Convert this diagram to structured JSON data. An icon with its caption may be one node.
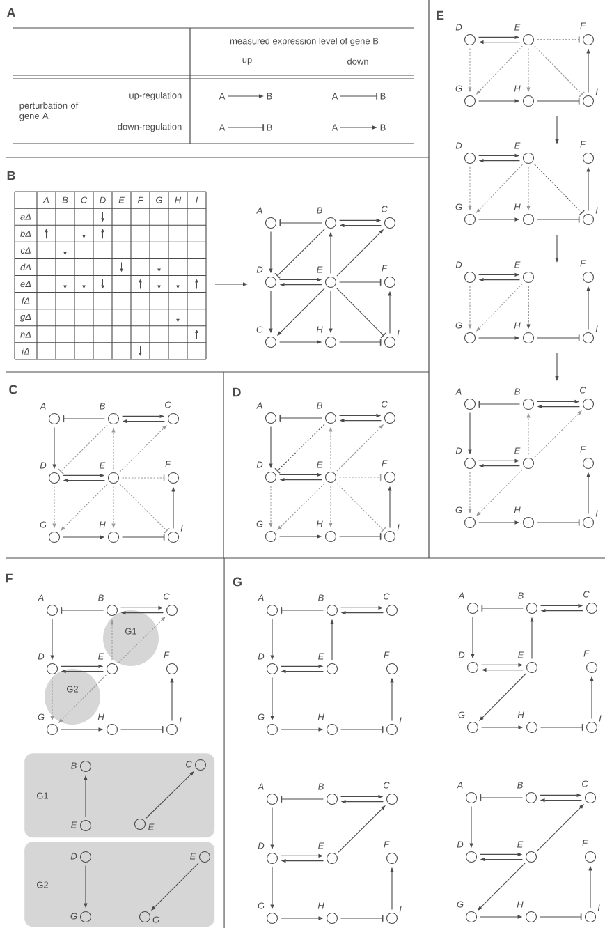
{
  "diagram": {
    "nodes": [
      {
        "text": [
          "A"
        ]
      },
      {
        "text": [
          "B"
        ]
      },
      {
        "text": [
          "A"
        ]
      },
      {
        "text": [
          "B"
        ]
      },
      {
        "text": [
          "A"
        ]
      },
      {
        "text": [
          "B"
        ]
      },
      {
        "text": [
          "A"
        ]
      },
      {
        "text": [
          "B"
        ]
      },
      {
        "text": [],
        "shape": "circle",
        "beside": [
          "A"
        ]
      },
      {
        "text": [],
        "shape": "circle",
        "beside": [
          "B"
        ]
      },
      {
        "text": [],
        "shape": "circle",
        "beside": [
          "C"
        ]
      },
      {
        "text": [],
        "shape": "circle",
        "beside": [
          "D"
        ]
      },
      {
        "text": [],
        "shape": "circle",
        "beside": [
          "E"
        ]
      },
      {
        "text": [],
        "shape": "circle",
        "beside": [
          "F"
        ]
      },
      {
        "text": [],
        "shape": "circle",
        "beside": [
          "G"
        ]
      },
      {
        "text": [],
        "shape": "circle",
        "beside": [
          "H"
        ]
      },
      {
        "text": [],
        "shape": "circle",
        "beside": [
          "I"
        ]
      },
      {
        "text": [],
        "shape": "circle",
        "beside": [
          "A"
        ]
      },
      {
        "text": [],
        "shape": "circle",
        "beside": [
          "B"
        ]
      },
      {
        "text": [],
        "shape": "circle",
        "beside": [
          "C"
        ]
      },
      {
        "text": [],
        "shape": "circle",
        "beside": [
          "D"
        ]
      },
      {
        "text": [],
        "shape": "circle",
        "beside": [
          "E"
        ]
      },
      {
        "text": [],
        "shape": "circle",
        "beside": [
          "F"
        ]
      },
      {
        "text": [],
        "shape": "circle",
        "beside": [
          "G"
        ]
      },
      {
        "text": [],
        "shape": "circle",
        "beside": [
          "H"
        ]
      },
      {
        "text": [],
        "shape": "circle",
        "beside": [
          "I"
        ]
      },
      {
        "text": [],
        "shape": "circle",
        "beside": [
          "A"
        ]
      },
      {
        "text": [],
        "shape": "circle",
        "beside": [
          "B"
        ]
      },
      {
        "text": [],
        "shape": "circle",
        "beside": [
          "C"
        ]
      },
      {
        "text": [],
        "shape": "circle",
        "beside": [
          "D"
        ]
      },
      {
        "text": [],
        "shape": "circle",
        "beside": [
          "E"
        ]
      },
      {
        "text": [],
        "shape": "circle",
        "beside": [
          "F"
        ]
      },
      {
        "text": [],
        "shape": "circle",
        "beside": [
          "G"
        ]
      },
      {
        "text": [],
        "shape": "circle",
        "beside": [
          "H"
        ]
      },
      {
        "text": [],
        "shape": "circle",
        "beside": [
          "I"
        ]
      },
      {
        "text": [],
        "shape": "circle",
        "beside": [
          "D"
        ]
      },
      {
        "text": [],
        "shape": "circle",
        "beside": [
          "E"
        ]
      },
      {
        "text": [],
        "shape": "circle",
        "beside": [
          "F"
        ]
      },
      {
        "text": [],
        "shape": "circle",
        "beside": [
          "G"
        ]
      },
      {
        "text": [],
        "shape": "circle",
        "beside": [
          "H"
        ]
      },
      {
        "text": [],
        "shape": "circle",
        "beside": [
          "I"
        ]
      },
      {
        "text": [],
        "shape": "circle",
        "beside": [
          "D"
        ]
      },
      {
        "text": [],
        "shape": "circle",
        "beside": [
          "E"
        ]
      },
      {
        "text": [],
        "shape": "circle",
        "beside": [
          "F"
        ]
      },
      {
        "text": [],
        "shape": "circle",
        "beside": [
          "G"
        ]
      },
      {
        "text": [],
        "shape": "circle",
        "beside": [
          "H"
        ]
      },
      {
        "text": [],
        "shape": "circle",
        "beside": [
          "I"
        ]
      },
      {
        "text": [],
        "shape": "circle",
        "beside": [
          "D"
        ]
      },
      {
        "text": [],
        "shape": "circle",
        "beside": [
          "E"
        ]
      },
      {
        "text": [],
        "shape": "circle",
        "beside": [
          "F"
        ]
      },
      {
        "text": [],
        "shape": "circle",
        "beside": [
          "G"
        ]
      },
      {
        "text": [],
        "shape": "circle",
        "beside": [
          "H"
        ]
      },
      {
        "text": [],
        "shape": "circle",
        "beside": [
          "I"
        ]
      },
      {
        "text": [],
        "shape": "circle",
        "beside": [
          "A"
        ]
      },
      {
        "text": [],
        "shape": "circle",
        "beside": [
          "B"
        ]
      },
      {
        "text": [],
        "shape": "circle",
        "beside": [
          "C"
        ]
      },
      {
        "text": [],
        "shape": "circle",
        "beside": [
          "D"
        ]
      },
      {
        "text": [],
        "shape": "circle",
        "beside": [
          "E"
        ]
      },
      {
        "text": [],
        "shape": "circle",
        "beside": [
          "F"
        ]
      },
      {
        "text": [],
        "shape": "circle",
        "beside": [
          "G"
        ]
      },
      {
        "text": [],
        "shape": "circle",
        "beside": [
          "H"
        ]
      },
      {
        "text": [],
        "shape": "circle",
        "beside": [
          "I"
        ]
      },
      {
        "text": [],
        "shape": "circle",
        "beside": [
          "A"
        ]
      },
      {
        "text": [],
        "shape": "circle",
        "beside": [
          "B"
        ]
      },
      {
        "text": [],
        "shape": "circle",
        "beside": [
          "C"
        ]
      },
      {
        "text": [],
        "shape": "circle",
        "beside": [
          "D"
        ]
      },
      {
        "text": [],
        "shape": "circle",
        "beside": [
          "E"
        ]
      },
      {
        "text": [],
        "shape": "circle",
        "beside": [
          "F"
        ]
      },
      {
        "text": [],
        "shape": "circle",
        "beside": [
          "G"
        ]
      },
      {
        "text": [],
        "shape": "circle",
        "beside": [
          "H"
        ]
      },
      {
        "text": [],
        "shape": "circle",
        "beside": [
          "I"
        ]
      },
      {
        "text": [
          "G1"
        ]
      },
      {
        "text": [
          "G2"
        ]
      },
      {
        "text": [
          "G1"
        ]
      },
      {
        "text": [],
        "shape": "circle",
        "beside": [
          "B"
        ],
        "in": 73
      },
      {
        "text": [],
        "shape": "circle",
        "beside": [
          "E"
        ],
        "in": 73
      },
      {
        "text": [],
        "shape": "circle",
        "beside": [
          "C"
        ],
        "in": 73
      },
      {
        "text": [],
        "shape": "circle",
        "beside": [
          "E"
        ],
        "in": 73
      },
      {
        "text": [
          "G2"
        ]
      },
      {
        "text": [],
        "shape": "circle",
        "beside": [
          "D"
        ],
        "in": 78
      },
      {
        "text": [],
        "shape": "circle",
        "beside": [
          "G"
        ],
        "in": 78
      },
      {
        "text": [],
        "shape": "circle",
        "beside": [
          "E"
        ],
        "in": 78
      },
      {
        "text": [],
        "shape": "circle",
        "beside": [
          "G"
        ],
        "in": 78
      },
      {
        "text": [],
        "shape": "circle",
        "beside": [
          "A"
        ]
      },
      {
        "text": [],
        "shape": "circle",
        "beside": [
          "B"
        ]
      },
      {
        "text": [],
        "shape": "circle",
        "beside": [
          "C"
        ]
      },
      {
        "text": [],
        "shape": "circle",
        "beside": [
          "D"
        ]
      },
      {
        "text": [],
        "shape": "circle",
        "beside": [
          "E"
        ]
      },
      {
        "text": [],
        "shape": "circle",
        "beside": [
          "F"
        ]
      },
      {
        "text": [],
        "shape": "circle",
        "beside": [
          "G"
        ]
      },
      {
        "text": [],
        "shape": "circle",
        "beside": [
          "H"
        ]
      },
      {
        "text": [],
        "shape": "circle",
        "beside": [
          "I"
        ]
      },
      {
        "text": [],
        "shape": "circle",
        "beside": [
          "A"
        ]
      },
      {
        "text": [],
        "shape": "circle",
        "beside": [
          "B"
        ]
      },
      {
        "text": [],
        "shape": "circle",
        "beside": [
          "C"
        ]
      },
      {
        "text": [],
        "shape": "circle",
        "beside": [
          "D"
        ]
      },
      {
        "text": [],
        "shape": "circle",
        "beside": [
          "E"
        ]
      },
      {
        "text": [],
        "shape": "circle",
        "beside": [
          "F"
        ]
      },
      {
        "text": [],
        "shape": "circle",
        "beside": [
          "G"
        ]
      },
      {
        "text": [],
        "shape": "circle",
        "beside": [
          "H"
        ]
      },
      {
        "text": [],
        "shape": "circle",
        "beside": [
          "I"
        ]
      },
      {
        "text": [],
        "shape": "circle",
        "beside": [
          "A"
        ]
      },
      {
        "text": [],
        "shape": "circle",
        "beside": [
          "B"
        ]
      },
      {
        "text": [],
        "shape": "circle",
        "beside": [
          "C"
        ]
      },
      {
        "text": [],
        "shape": "circle",
        "beside": [
          "D"
        ]
      },
      {
        "text": [],
        "shape": "circle",
        "beside": [
          "E"
        ]
      },
      {
        "text": [],
        "shape": "circle",
        "beside": [
          "F"
        ]
      },
      {
        "text": [],
        "shape": "circle",
        "beside": [
          "G"
        ]
      },
      {
        "text": [],
        "shape": "circle",
        "beside": [
          "H"
        ]
      },
      {
        "text": [],
        "shape": "circle",
        "beside": [
          "I"
        ]
      },
      {
        "text": [],
        "shape": "circle",
        "beside": [
          "A"
        ]
      },
      {
        "text": [],
        "shape": "circle",
        "beside": [
          "B"
        ]
      },
      {
        "text": [],
        "shape": "circle",
        "beside": [
          "C"
        ]
      },
      {
        "text": [],
        "shape": "circle",
        "beside": [
          "D"
        ]
      },
      {
        "text": [],
        "shape": "circle",
        "beside": [
          "E"
        ]
      },
      {
        "text": [],
        "shape": "circle",
        "beside": [
          "F"
        ]
      },
      {
        "text": [],
        "shape": "circle",
        "beside": [
          "G"
        ]
      },
      {
        "text": [],
        "shape": "circle",
        "beside": [
          "H"
        ]
      },
      {
        "text": [],
        "shape": "circle",
        "beside": [
          "I"
        ]
      }
    ],
    "edges": [
      {
        "from": 0,
        "to": 1,
        "arrow": "to"
      },
      {
        "from": 2,
        "to": 3,
        "arrow": "other"
      },
      {
        "from": 4,
        "to": 5,
        "arrow": "other"
      },
      {
        "from": 6,
        "to": 7,
        "arrow": "to"
      },
      {
        "from": 9,
        "to": 8,
        "arrow": "other"
      },
      {
        "from": 9,
        "to": 10,
        "arrow": "to"
      },
      {
        "from": 10,
        "to": 9,
        "arrow": "to"
      },
      {
        "from": 8,
        "to": 11,
        "arrow": "to"
      },
      {
        "from": 9,
        "to": 11,
        "arrow": "other"
      },
      {
        "from": 12,
        "to": 9,
        "arrow": "to"
      },
      {
        "from": 12,
        "to": 10,
        "arrow": "to"
      },
      {
        "from": 11,
        "to": 12,
        "arrow": "to"
      },
      {
        "from": 12,
        "to": 11,
        "arrow": "to"
      },
      {
        "from": 12,
        "to": 13,
        "arrow": "other"
      },
      {
        "from": 11,
        "to": 14,
        "arrow": "to"
      },
      {
        "from": 12,
        "to": 14,
        "arrow": "to"
      },
      {
        "from": 12,
        "to": 15,
        "arrow": "to"
      },
      {
        "from": 12,
        "to": 16,
        "arrow": "other"
      },
      {
        "from": 16,
        "to": 13,
        "arrow": "to"
      },
      {
        "from": 14,
        "to": 15,
        "arrow": "to"
      },
      {
        "from": 15,
        "to": 16,
        "arrow": "other"
      },
      {
        "from": 18,
        "to": 17,
        "arrow": "other"
      },
      {
        "from": 18,
        "to": 19,
        "arrow": "to"
      },
      {
        "from": 19,
        "to": 18,
        "arrow": "to"
      },
      {
        "from": 17,
        "to": 20,
        "arrow": "to"
      },
      {
        "from": 18,
        "to": 20,
        "arrow": "other",
        "style": "dashed",
        "color": "#999999"
      },
      {
        "from": 21,
        "to": 18,
        "arrow": "to",
        "style": "dashed",
        "color": "#999999"
      },
      {
        "from": 21,
        "to": 19,
        "arrow": "to",
        "style": "dashed",
        "color": "#999999"
      },
      {
        "from": 20,
        "to": 21,
        "arrow": "to"
      },
      {
        "from": 21,
        "to": 20,
        "arrow": "to"
      },
      {
        "from": 21,
        "to": 22,
        "arrow": "other",
        "style": "dashed",
        "color": "#999999"
      },
      {
        "from": 20,
        "to": 23,
        "arrow": "to",
        "style": "dashed",
        "color": "#999999"
      },
      {
        "from": 21,
        "to": 23,
        "arrow": "to",
        "style": "dashed",
        "color": "#999999"
      },
      {
        "from": 21,
        "to": 24,
        "arrow": "to",
        "style": "dashed",
        "color": "#999999"
      },
      {
        "from": 21,
        "to": 25,
        "arrow": "other",
        "style": "dashed",
        "color": "#999999"
      },
      {
        "from": 25,
        "to": 22,
        "arrow": "to"
      },
      {
        "from": 23,
        "to": 24,
        "arrow": "to"
      },
      {
        "from": 24,
        "to": 25,
        "arrow": "other"
      },
      {
        "from": 27,
        "to": 26,
        "arrow": "other"
      },
      {
        "from": 27,
        "to": 28,
        "arrow": "to"
      },
      {
        "from": 28,
        "to": 27,
        "arrow": "to"
      },
      {
        "from": 26,
        "to": 29,
        "arrow": "to"
      },
      {
        "from": 27,
        "to": 29,
        "arrow": "other",
        "style": "dashed"
      },
      {
        "from": 30,
        "to": 27,
        "arrow": "to",
        "style": "dashed",
        "color": "#999999"
      },
      {
        "from": 30,
        "to": 28,
        "arrow": "to",
        "style": "dashed",
        "color": "#999999"
      },
      {
        "from": 29,
        "to": 30,
        "arrow": "to"
      },
      {
        "from": 30,
        "to": 29,
        "arrow": "to"
      },
      {
        "from": 30,
        "to": 31,
        "arrow": "other",
        "style": "dashed",
        "color": "#999999"
      },
      {
        "from": 29,
        "to": 32,
        "arrow": "to",
        "style": "dashed",
        "color": "#999999"
      },
      {
        "from": 30,
        "to": 32,
        "arrow": "to",
        "style": "dashed",
        "color": "#999999"
      },
      {
        "from": 30,
        "to": 33,
        "arrow": "to",
        "style": "dashed",
        "color": "#999999"
      },
      {
        "from": 30,
        "to": 34,
        "arrow": "other",
        "style": "dashed",
        "color": "#999999"
      },
      {
        "from": 34,
        "to": 31,
        "arrow": "to"
      },
      {
        "from": 32,
        "to": 33,
        "arrow": "to"
      },
      {
        "from": 33,
        "to": 34,
        "arrow": "other"
      },
      {
        "from": 35,
        "to": 36,
        "arrow": "to"
      },
      {
        "from": 36,
        "to": 35,
        "arrow": "to"
      },
      {
        "from": 36,
        "to": 37,
        "arrow": "other",
        "style": "dashed"
      },
      {
        "from": 35,
        "to": 38,
        "arrow": "to",
        "style": "dashed",
        "color": "#999999"
      },
      {
        "from": 36,
        "to": 38,
        "arrow": "to",
        "style": "dashed",
        "color": "#999999"
      },
      {
        "from": 36,
        "to": 39,
        "arrow": "to",
        "style": "dashed",
        "color": "#999999"
      },
      {
        "from": 36,
        "to": 40,
        "arrow": "other",
        "style": "dashed",
        "color": "#999999"
      },
      {
        "from": 40,
        "to": 37,
        "arrow": "to"
      },
      {
        "from": 38,
        "to": 39,
        "arrow": "to"
      },
      {
        "from": 39,
        "to": 40,
        "arrow": "other"
      },
      {
        "from": 41,
        "to": 42,
        "arrow": "to"
      },
      {
        "from": 42,
        "to": 41,
        "arrow": "to"
      },
      {
        "from": 41,
        "to": 44,
        "arrow": "to",
        "style": "dashed",
        "color": "#999999"
      },
      {
        "from": 42,
        "to": 44,
        "arrow": "to",
        "style": "dashed",
        "color": "#999999"
      },
      {
        "from": 42,
        "to": 45,
        "arrow": "to",
        "style": "dashed",
        "color": "#999999"
      },
      {
        "from": 42,
        "to": 46,
        "arrow": "other",
        "style": "dashed"
      },
      {
        "from": 46,
        "to": 43,
        "arrow": "to"
      },
      {
        "from": 44,
        "to": 45,
        "arrow": "to"
      },
      {
        "from": 45,
        "to": 46,
        "arrow": "other"
      },
      {
        "from": 47,
        "to": 48,
        "arrow": "to"
      },
      {
        "from": 48,
        "to": 47,
        "arrow": "to"
      },
      {
        "from": 47,
        "to": 50,
        "arrow": "to",
        "style": "dashed",
        "color": "#999999"
      },
      {
        "from": 48,
        "to": 50,
        "arrow": "to",
        "style": "dashed",
        "color": "#999999"
      },
      {
        "from": 48,
        "to": 51,
        "arrow": "to",
        "style": "dashed"
      },
      {
        "from": 52,
        "to": 49,
        "arrow": "to"
      },
      {
        "from": 50,
        "to": 51,
        "arrow": "to"
      },
      {
        "from": 51,
        "to": 52,
        "arrow": "other"
      },
      {
        "from": 54,
        "to": 53,
        "arrow": "other"
      },
      {
        "from": 54,
        "to": 55,
        "arrow": "to"
      },
      {
        "from": 55,
        "to": 54,
        "arrow": "to"
      },
      {
        "from": 53,
        "to": 56,
        "arrow": "to"
      },
      {
        "from": 57,
        "to": 54,
        "arrow": "to",
        "style": "dashed",
        "color": "#999999"
      },
      {
        "from": 57,
        "to": 55,
        "arrow": "to",
        "style": "dashed",
        "color": "#999999"
      },
      {
        "from": 56,
        "to": 57,
        "arrow": "to"
      },
      {
        "from": 57,
        "to": 56,
        "arrow": "to"
      },
      {
        "from": 56,
        "to": 59,
        "arrow": "to",
        "style": "dashed",
        "color": "#999999"
      },
      {
        "from": 57,
        "to": 59,
        "arrow": "to",
        "style": "dashed",
        "color": "#999999"
      },
      {
        "from": 61,
        "to": 58,
        "arrow": "to"
      },
      {
        "from": 59,
        "to": 60,
        "arrow": "to"
      },
      {
        "from": 60,
        "to": 61,
        "arrow": "other"
      },
      {
        "from": 63,
        "to": 62,
        "arrow": "other"
      },
      {
        "from": 63,
        "to": 64,
        "arrow": "to"
      },
      {
        "from": 64,
        "to": 63,
        "arrow": "to"
      },
      {
        "from": 62,
        "to": 65,
        "arrow": "to"
      },
      {
        "from": 66,
        "to": 63,
        "arrow": "to",
        "style": "dashed",
        "color": "#999999"
      },
      {
        "from": 66,
        "to": 64,
        "arrow": "to",
        "style": "dashed",
        "color": "#999999"
      },
      {
        "from": 65,
        "to": 66,
        "arrow": "to"
      },
      {
        "from": 66,
        "to": 65,
        "arrow": "to"
      },
      {
        "from": 65,
        "to": 68,
        "arrow": "to",
        "style": "dashed",
        "color": "#999999"
      },
      {
        "from": 66,
        "to": 68,
        "arrow": "to",
        "style": "dashed",
        "color": "#999999"
      },
      {
        "from": 70,
        "to": 67,
        "arrow": "to"
      },
      {
        "from": 68,
        "to": 69,
        "arrow": "to"
      },
      {
        "from": 69,
        "to": 70,
        "arrow": "other"
      },
      {
        "from": 75,
        "to": 74,
        "arrow": "to"
      },
      {
        "from": 77,
        "to": 76,
        "arrow": "to"
      },
      {
        "from": 79,
        "to": 80,
        "arrow": "to"
      },
      {
        "from": 81,
        "to": 82,
        "arrow": "to"
      },
      {
        "from": 84,
        "to": 83,
        "arrow": "other"
      },
      {
        "from": 84,
        "to": 85,
        "arrow": "to"
      },
      {
        "from": 85,
        "to": 84,
        "arrow": "to"
      },
      {
        "from": 83,
        "to": 86,
        "arrow": "to"
      },
      {
        "from": 87,
        "to": 84,
        "arrow": "to"
      },
      {
        "from": 86,
        "to": 87,
        "arrow": "to"
      },
      {
        "from": 87,
        "to": 86,
        "arrow": "to"
      },
      {
        "from": 86,
        "to": 89,
        "arrow": "to"
      },
      {
        "from": 91,
        "to": 88,
        "arrow": "to"
      },
      {
        "from": 89,
        "to": 90,
        "arrow": "to"
      },
      {
        "from": 90,
        "to": 91,
        "arrow": "other"
      },
      {
        "from": 93,
        "to": 92,
        "arrow": "other"
      },
      {
        "from": 93,
        "to": 94,
        "arrow": "to"
      },
      {
        "from": 94,
        "to": 93,
        "arrow": "to"
      },
      {
        "from": 92,
        "to": 95,
        "arrow": "to"
      },
      {
        "from": 96,
        "to": 93,
        "arrow": "to"
      },
      {
        "from": 95,
        "to": 96,
        "arrow": "to"
      },
      {
        "from": 96,
        "to": 95,
        "arrow": "to"
      },
      {
        "from": 96,
        "to": 98,
        "arrow": "to"
      },
      {
        "from": 100,
        "to": 97,
        "arrow": "to"
      },
      {
        "from": 98,
        "to": 99,
        "arrow": "to"
      },
      {
        "from": 99,
        "to": 100,
        "arrow": "other"
      },
      {
        "from": 102,
        "to": 101,
        "arrow": "other"
      },
      {
        "from": 102,
        "to": 103,
        "arrow": "to"
      },
      {
        "from": 103,
        "to": 102,
        "arrow": "to"
      },
      {
        "from": 101,
        "to": 104,
        "arrow": "to"
      },
      {
        "from": 105,
        "to": 103,
        "arrow": "to"
      },
      {
        "from": 104,
        "to": 105,
        "arrow": "to"
      },
      {
        "from": 105,
        "to": 104,
        "arrow": "to"
      },
      {
        "from": 104,
        "to": 107,
        "arrow": "to"
      },
      {
        "from": 109,
        "to": 106,
        "arrow": "to"
      },
      {
        "from": 107,
        "to": 108,
        "arrow": "to"
      },
      {
        "from": 108,
        "to": 109,
        "arrow": "other"
      },
      {
        "from": 111,
        "to": 110,
        "arrow": "other"
      },
      {
        "from": 111,
        "to": 112,
        "arrow": "to"
      },
      {
        "from": 112,
        "to": 111,
        "arrow": "to"
      },
      {
        "from": 110,
        "to": 113,
        "arrow": "to"
      },
      {
        "from": 114,
        "to": 112,
        "arrow": "to"
      },
      {
        "from": 113,
        "to": 114,
        "arrow": "to"
      },
      {
        "from": 114,
        "to": 113,
        "arrow": "to"
      },
      {
        "from": 114,
        "to": 116,
        "arrow": "to"
      },
      {
        "from": 118,
        "to": 115,
        "arrow": "to"
      },
      {
        "from": 116,
        "to": 117,
        "arrow": "to"
      },
      {
        "from": 117,
        "to": 118,
        "arrow": "other"
      }
    ],
    "labels": [
      "A",
      "measured expression level of gene B",
      "up",
      "down",
      "up-regulation",
      "perturbation of gene A",
      "down-regulation",
      "B",
      "A",
      "B",
      "C",
      "D",
      "E",
      "F",
      "G",
      "H",
      "I",
      "aΔ",
      "bΔ",
      "cΔ",
      "dΔ",
      "eΔ",
      "fΔ",
      "gΔ",
      "hΔ",
      "iΔ",
      "C",
      "D",
      "E",
      "F",
      "G"
    ]
  }
}
